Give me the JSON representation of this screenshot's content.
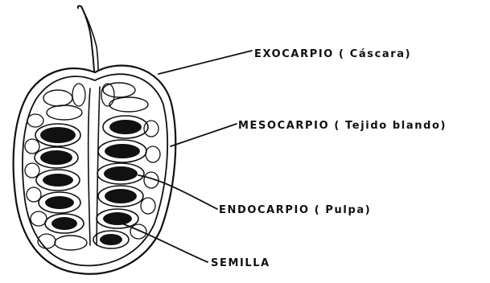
{
  "labels": {
    "exocarp": "EXOCARPIO ( Cáscara)",
    "mesocarp": "MESOCARPIO ( Tejido blando)",
    "endocarp": "ENDOCARPIO ( Pulpa)",
    "seed": "SEMILLA"
  },
  "colors": {
    "ink": "#111111",
    "background": "#ffffff"
  }
}
